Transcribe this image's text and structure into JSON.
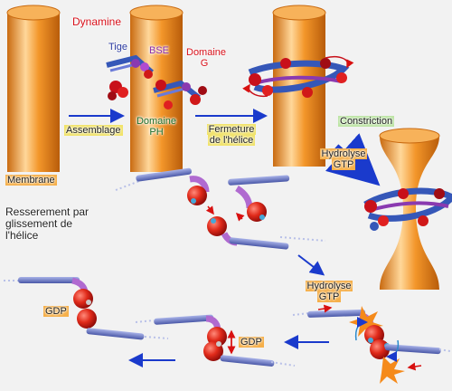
{
  "labels": {
    "dynamine": "Dynamine",
    "tige": "Tige",
    "bse": "BSE",
    "domaine_g_line1": "Domaine",
    "domaine_g_line2": "G",
    "domaine_ph_line1": "Domaine",
    "domaine_ph_line2": "PH",
    "assemblage": "Assemblage",
    "fermeture_line1": "Fermeture",
    "fermeture_line2": "de l'hélice",
    "constriction": "Constriction",
    "hydrolyse1_line1": "Hydrolyse",
    "hydrolyse1_line2": "GTP",
    "membrane": "Membrane",
    "resserement_line1": "Resserement par",
    "resserement_line2": "glissement de",
    "resserement_line3": "l'hélice",
    "hydrolyse2_line1": "Hydrolyse",
    "hydrolyse2_line2": "GTP",
    "gdp_left": "GDP",
    "gdp_mid": "GDP"
  },
  "colors": {
    "tube": "#f3962a",
    "tube_light": "#ffd79a",
    "tube_dark": "#c96a10",
    "red_domain": "#d01818",
    "blue_stalk": "#3557b8",
    "purple_bse": "#8a3ab0",
    "arrow_blue": "#1a3acc"
  }
}
